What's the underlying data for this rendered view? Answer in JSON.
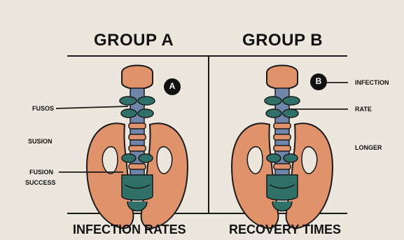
{
  "group_a": {
    "title": "GROUP A",
    "badge": "A",
    "footer": "INFECTION RATES",
    "labels": {
      "fusos": "FUSOS",
      "susion": "SUSION",
      "fusion_line1": "FUSION",
      "fusion_line2": "SUCCESS"
    }
  },
  "group_b": {
    "title": "GROUP B",
    "badge": "B",
    "footer": "RECOVERY TIMES",
    "labels": {
      "infection": "INFECTION",
      "rate": "RATE",
      "longer": "LONGER"
    }
  },
  "colors": {
    "background": "#ece7dc",
    "pelvis": "#e0926a",
    "disc_blue": "#6f86a8",
    "teal": "#2f7068",
    "outline": "#1a1a1a"
  },
  "icons": [
    "spine-illustration",
    "pelvis-illustration",
    "letter-badge"
  ]
}
